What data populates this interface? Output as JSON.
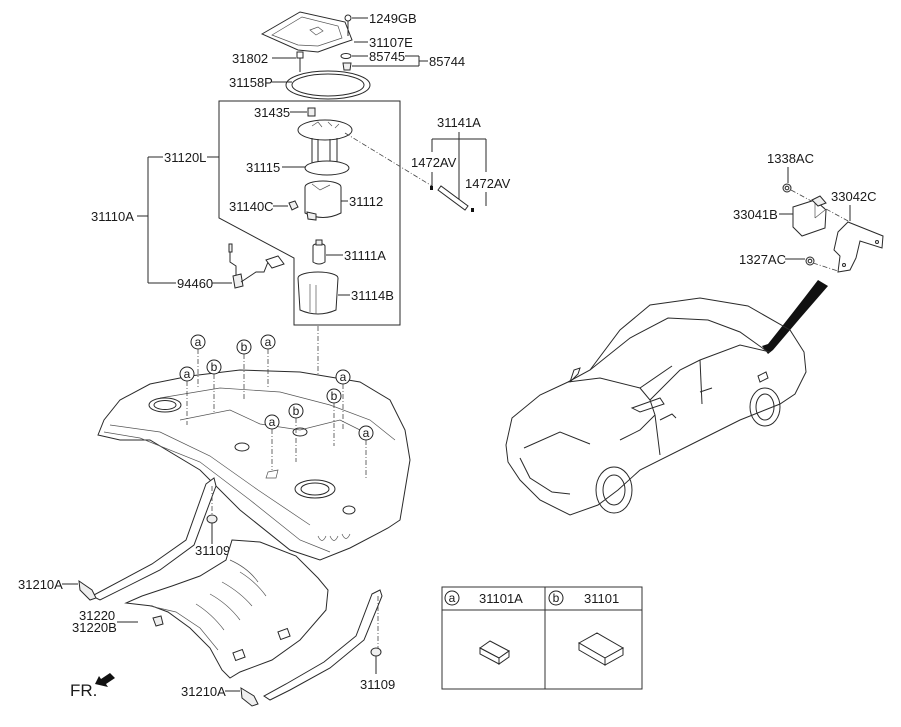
{
  "diagram": {
    "title": "Fuel tank & fuel pump assembly",
    "labels": {
      "l1249GB": "1249GB",
      "l31107E": "31107E",
      "l31802": "31802",
      "l85745": "85745",
      "l85744": "85744",
      "l31158P": "31158P",
      "l31435": "31435",
      "l31120L": "31120L",
      "l31115": "31115",
      "l31110A": "31110A",
      "l31140C": "31140C",
      "l31112": "31112",
      "l31111A": "31111A",
      "l94460": "94460",
      "l31114B": "31114B",
      "l31141A": "31141A",
      "l1472AV_1": "1472AV",
      "l1472AV_2": "1472AV",
      "l1338AC": "1338AC",
      "l33041B": "33041B",
      "l33042C": "33042C",
      "l1327AC": "1327AC",
      "l31109_1": "31109",
      "l31109_2": "31109",
      "l31210A_1": "31210A",
      "l31210A_2": "31210A",
      "l31220": "31220",
      "l31220B": "31220B",
      "front": "FR."
    },
    "callouts": {
      "a": "a",
      "b": "b"
    },
    "legend_table": {
      "columns": [
        {
          "marker": "a",
          "part_number": "31101A"
        },
        {
          "marker": "b",
          "part_number": "31101"
        }
      ]
    }
  }
}
